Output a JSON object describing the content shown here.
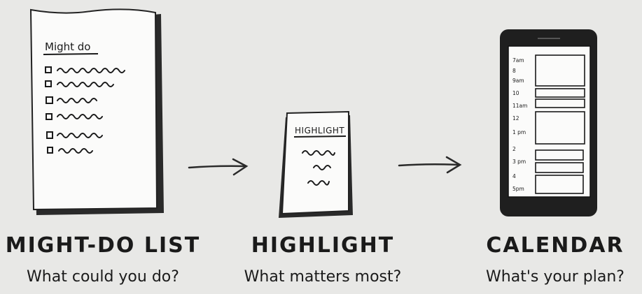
{
  "paper": {
    "heading": "Might do"
  },
  "note": {
    "heading": "HIGHLIGHT"
  },
  "calendar": {
    "times": [
      "7am",
      "8",
      "9am",
      "10",
      "11am",
      "12",
      "1 pm",
      "2",
      "3 pm",
      "4",
      "5pm"
    ]
  },
  "steps": [
    {
      "title": "MIGHT-DO LIST",
      "subtitle": "What could you do?"
    },
    {
      "title": "HIGHLIGHT",
      "subtitle": "What matters most?"
    },
    {
      "title": "CALENDAR",
      "subtitle": "What's your plan?"
    }
  ]
}
